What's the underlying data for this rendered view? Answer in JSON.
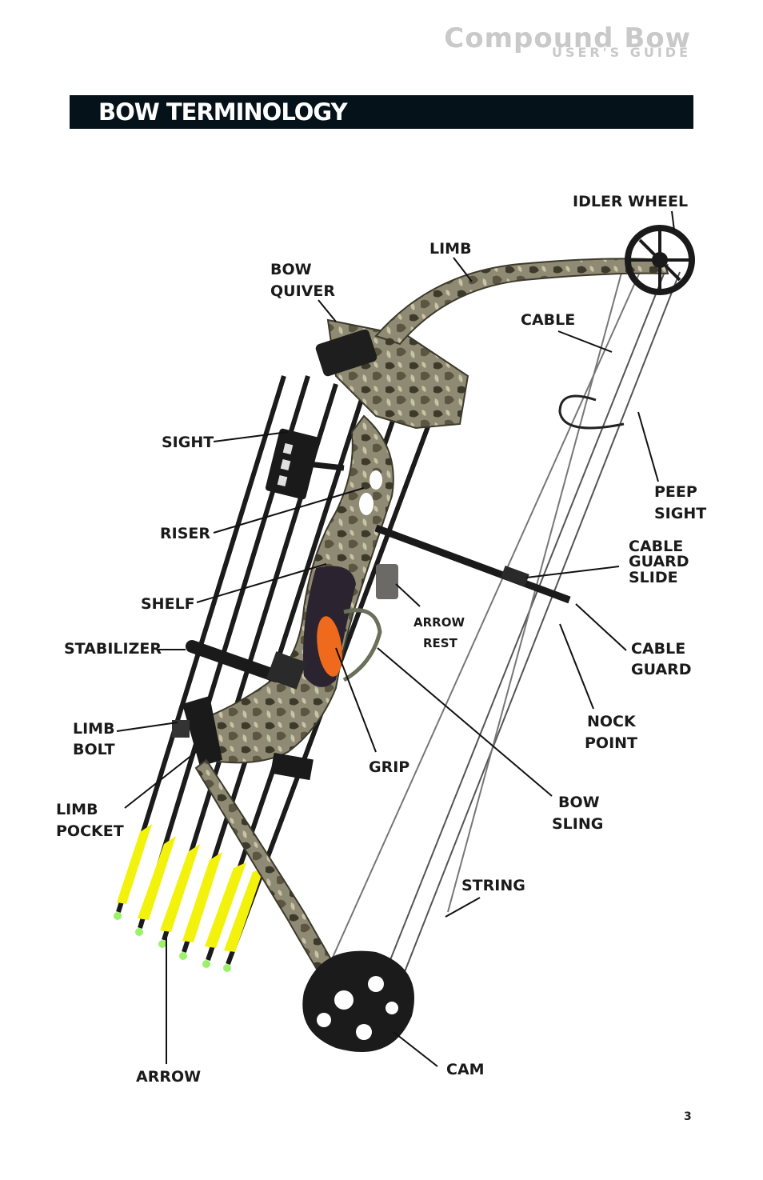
{
  "header": {
    "brand_title": "Compound Bow",
    "brand_subtitle": "USER'S GUIDE"
  },
  "banner": {
    "title": "BOW TERMINOLOGY"
  },
  "labels": {
    "idler_wheel": "IDLER WHEEL",
    "limb": "LIMB",
    "bow_quiver_1": "BOW",
    "bow_quiver_2": "QUIVER",
    "cable": "CABLE",
    "sight": "SIGHT",
    "peep_sight_1": "PEEP",
    "peep_sight_2": "SIGHT",
    "riser": "RISER",
    "cable_guard_slide_1": "CABLE",
    "cable_guard_slide_2": "GUARD",
    "cable_guard_slide_3": "SLIDE",
    "shelf": "SHELF",
    "arrow_rest_1": "ARROW",
    "arrow_rest_2": "REST",
    "stabilizer": "STABILIZER",
    "cable_guard_1": "CABLE",
    "cable_guard_2": "GUARD",
    "nock_point_1": "NOCK",
    "nock_point_2": "POINT",
    "limb_bolt_1": "LIMB",
    "limb_bolt_2": "BOLT",
    "grip": "GRIP",
    "bow_sling_1": "BOW",
    "bow_sling_2": "SLING",
    "limb_pocket_1": "LIMB",
    "limb_pocket_2": "POCKET",
    "string": "STRING",
    "arrow": "ARROW",
    "cam": "CAM"
  },
  "footer": {
    "page_number": "3"
  },
  "colors": {
    "banner_bg": "#05121a",
    "brand_gray": "#c9c9c9",
    "camo_base": "#8f8a73",
    "grip_orange": "#ef6a1c",
    "fletch_yellow": "#f2f20d"
  }
}
